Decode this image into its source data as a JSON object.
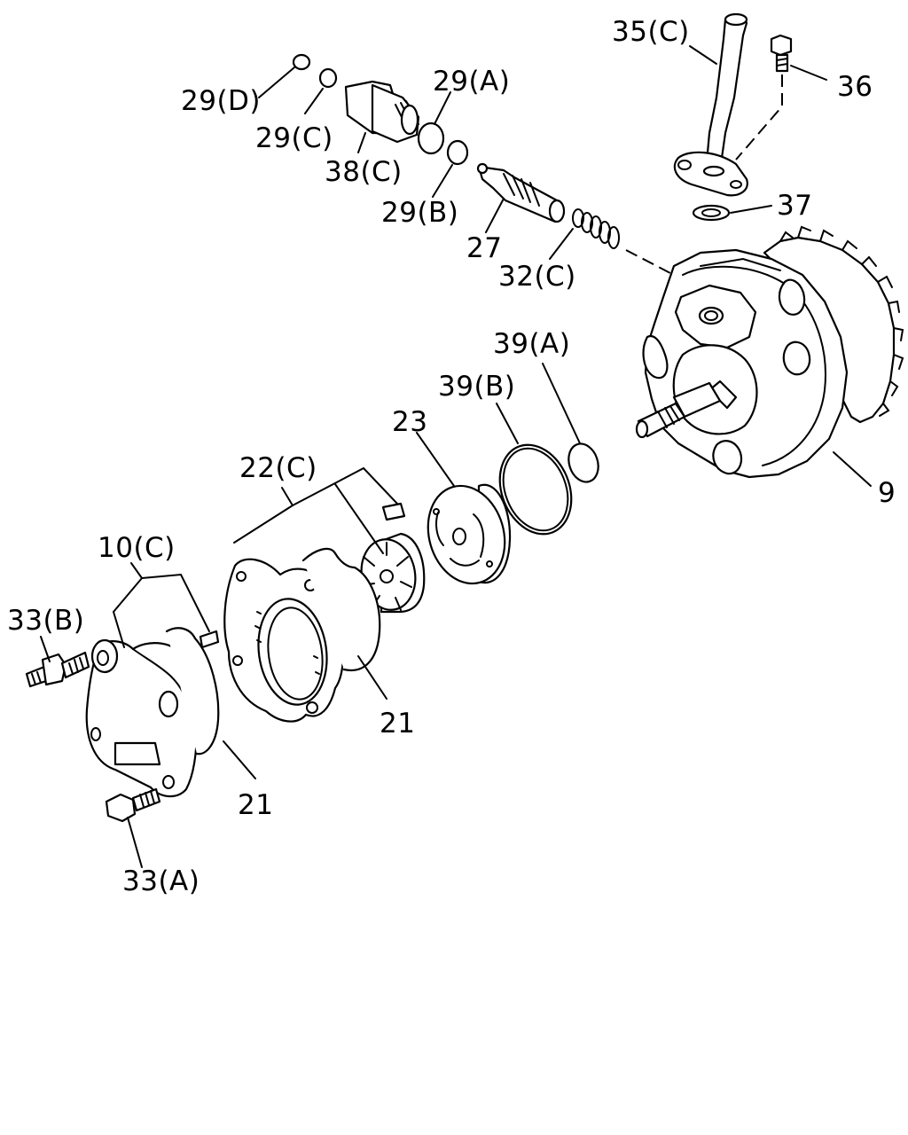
{
  "diagram": {
    "callouts": {
      "c_29d": "29(D)",
      "c_29c": "29(C)",
      "c_38c": "38(C)",
      "c_29a": "29(A)",
      "c_29b": "29(B)",
      "c_27": "27",
      "c_32c": "32(C)",
      "c_35c": "35(C)",
      "c_36": "36",
      "c_37": "37",
      "c_39a": "39(A)",
      "c_39b": "39(B)",
      "c_23": "23",
      "c_22c": "22(C)",
      "c_9": "9",
      "c_10c": "10(C)",
      "c_33b": "33(B)",
      "c_21a": "21",
      "c_21b": "21",
      "c_33a": "33(A)"
    }
  }
}
